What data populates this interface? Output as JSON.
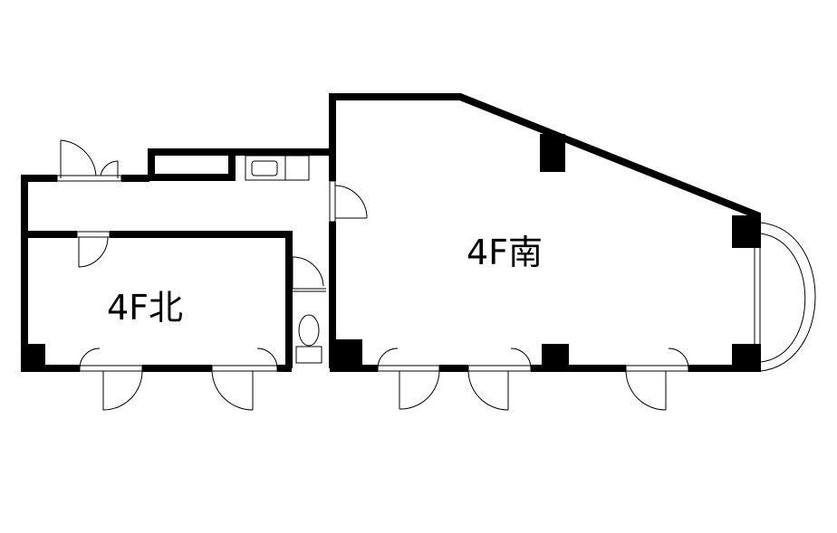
{
  "floor_plan": {
    "rooms": [
      {
        "id": "north",
        "label": "4F北"
      },
      {
        "id": "south",
        "label": "4F南"
      }
    ],
    "colors": {
      "wall": "#000000",
      "background": "#ffffff"
    }
  }
}
